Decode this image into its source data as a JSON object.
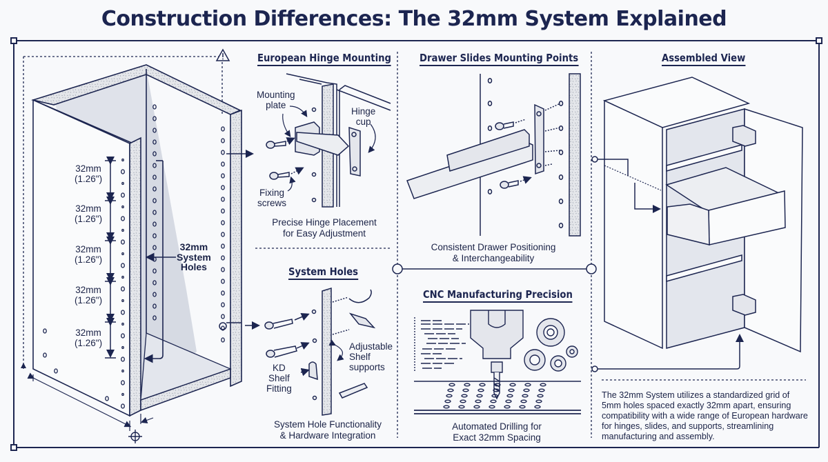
{
  "title": "Construction Differences: The 32mm System Explained",
  "colors": {
    "ink": "#1c2550",
    "background": "#f8f9fb",
    "shade": "#d9dde6",
    "edge_fill": "#e4e6ea"
  },
  "left_cabinet": {
    "dimension_labels": [
      {
        "mm": "32mm",
        "inch": "(1.26\")"
      },
      {
        "mm": "32mm",
        "inch": "(1.26\")"
      },
      {
        "mm": "32mm",
        "inch": "(1.26\")"
      },
      {
        "mm": "32mm",
        "inch": "(1.26\")"
      },
      {
        "mm": "32mm",
        "inch": "(1.26\")"
      }
    ],
    "system_holes_label": [
      "32mm",
      "System",
      "Holes"
    ],
    "icons": [
      "warning-icon",
      "crosshair-icon"
    ]
  },
  "panels": {
    "hinge": {
      "heading": "European Hinge Mounting",
      "callouts": {
        "mounting_plate": [
          "Mounting",
          "plate"
        ],
        "hinge_cup": [
          "Hinge",
          "cup"
        ],
        "fixing_screws": [
          "Fixing",
          "screws"
        ]
      },
      "caption": [
        "Precise Hinge Placement",
        "for Easy Adjustment"
      ]
    },
    "system_holes": {
      "heading": "System Holes",
      "callouts": {
        "adjustable": [
          "Adjustable",
          "Shelf",
          "supports"
        ],
        "kd": [
          "KD",
          "Shelf",
          "Fitting"
        ]
      },
      "caption": [
        "System Hole Functionality",
        "& Hardware Integration"
      ]
    },
    "drawer": {
      "heading": "Drawer Slides Mounting Points",
      "caption": [
        "Consistent Drawer Positioning",
        "& Interchangeability"
      ]
    },
    "cnc": {
      "heading": "CNC Manufacturing Precision",
      "caption": [
        "Automated Drilling for",
        "Exact 32mm Spacing"
      ]
    },
    "assembled": {
      "heading": "Assembled View",
      "description": "The 32mm System utilizes a standardized grid of 5mm holes spaced exactly 32mm apart, ensuring compatibility with a wide range of European hardware for hinges, slides, and supports, streamlining manufacturing and assembly."
    }
  }
}
